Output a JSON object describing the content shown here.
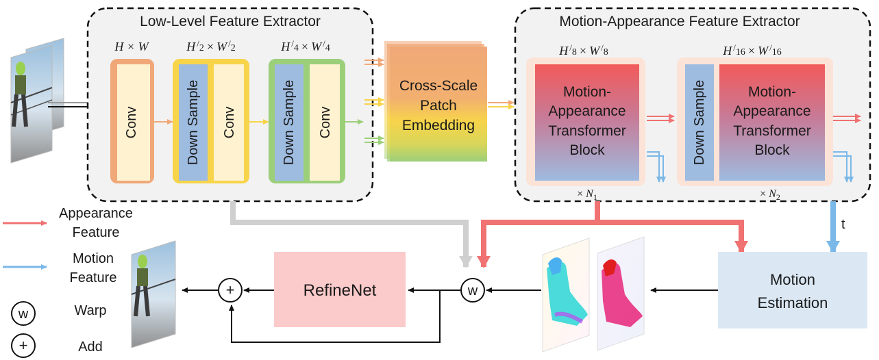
{
  "low_level": {
    "title": "Low-Level Feature Extractor",
    "res1": "H × W",
    "res2": {
      "h": "H",
      "den_h": "2",
      "times": "×",
      "w": "W",
      "den_w": "2"
    },
    "res3": {
      "h": "H",
      "den_h": "4",
      "times": "×",
      "w": "W",
      "den_w": "4"
    },
    "conv": "Conv",
    "down_sample": "Down Sample"
  },
  "cross_scale": {
    "line1": "Cross-Scale",
    "line2": "Patch",
    "line3": "Embedding"
  },
  "motion_appearance": {
    "title": "Motion-Appearance Feature Extractor",
    "res1": {
      "h": "H",
      "den_h": "8",
      "times": "×",
      "w": "W",
      "den_w": "8"
    },
    "res2": {
      "h": "H",
      "den_h": "16",
      "times": "×",
      "w": "W",
      "den_w": "16"
    },
    "block_lines": [
      "Motion-",
      "Appearance",
      "Transformer",
      "Block"
    ],
    "down_sample": "Down Sample",
    "n1": {
      "times": "×",
      "n": "N",
      "sub": "1"
    },
    "n2": {
      "times": "×",
      "n": "N",
      "sub": "2"
    }
  },
  "time_label": "t",
  "refinenet": "RefineNet",
  "motion_estimation": {
    "line1": "Motion",
    "line2": "Estimation"
  },
  "ops": {
    "warp_symbol": "w",
    "add_symbol": "+"
  },
  "legend": {
    "appearance_line1": "Appearance",
    "appearance_line2": "Feature",
    "motion_line1": "Motion",
    "motion_line2": "Feature",
    "warp_label": "Warp",
    "add_label": "Add"
  },
  "colors": {
    "appearance": "#f07272",
    "motion": "#7ab8e8",
    "conv_orange": "#f0a878",
    "conv_yellow": "#f7d44a",
    "conv_green": "#9ccf7a",
    "down_sample_blue": "#9ebbe0",
    "refinenet": "#fbcaca",
    "motion_estimation": "#dbe8f4"
  }
}
